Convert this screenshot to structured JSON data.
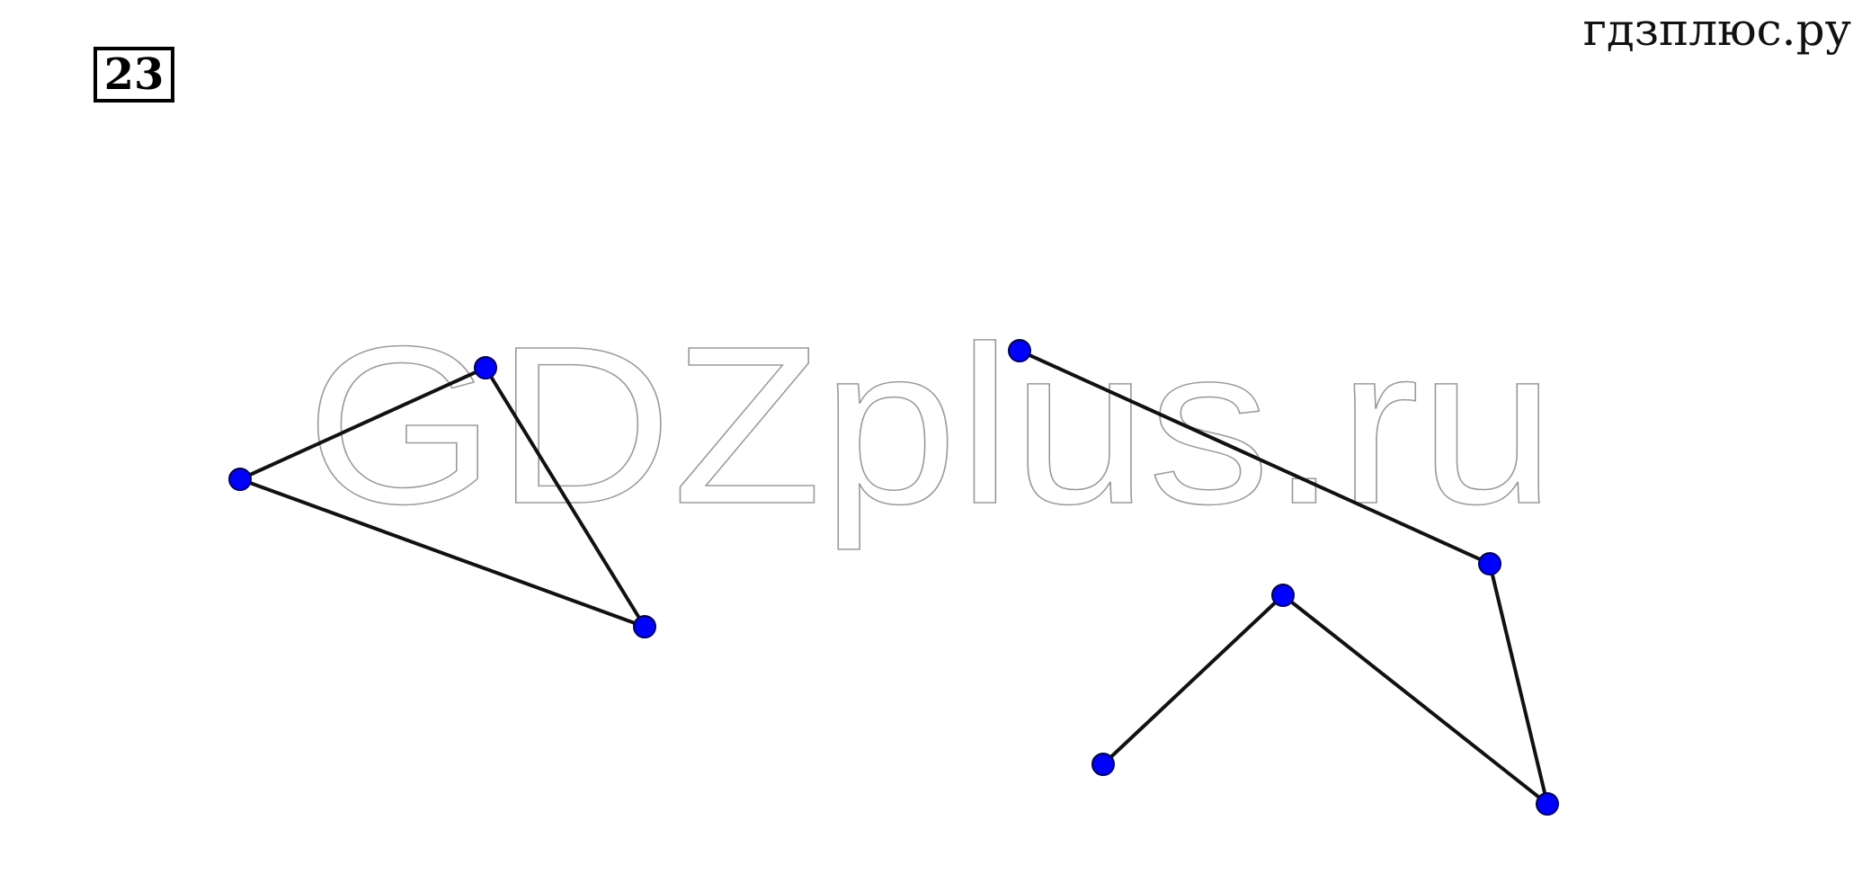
{
  "header": {
    "site_label": "гдзплюс.ру",
    "task_number": "23"
  },
  "watermark": {
    "text": "GDZplus.ru"
  },
  "colors": {
    "vertex_fill": "#0000ff",
    "vertex_stroke": "#00005a",
    "segment_stroke": "#111111",
    "watermark_stroke": "#9a9a9a"
  },
  "figures": [
    {
      "name": "closed-polyline-triangle",
      "closed": true,
      "vertex_count": 3
    },
    {
      "name": "open-polyline",
      "closed": false,
      "vertex_count": 5
    }
  ]
}
